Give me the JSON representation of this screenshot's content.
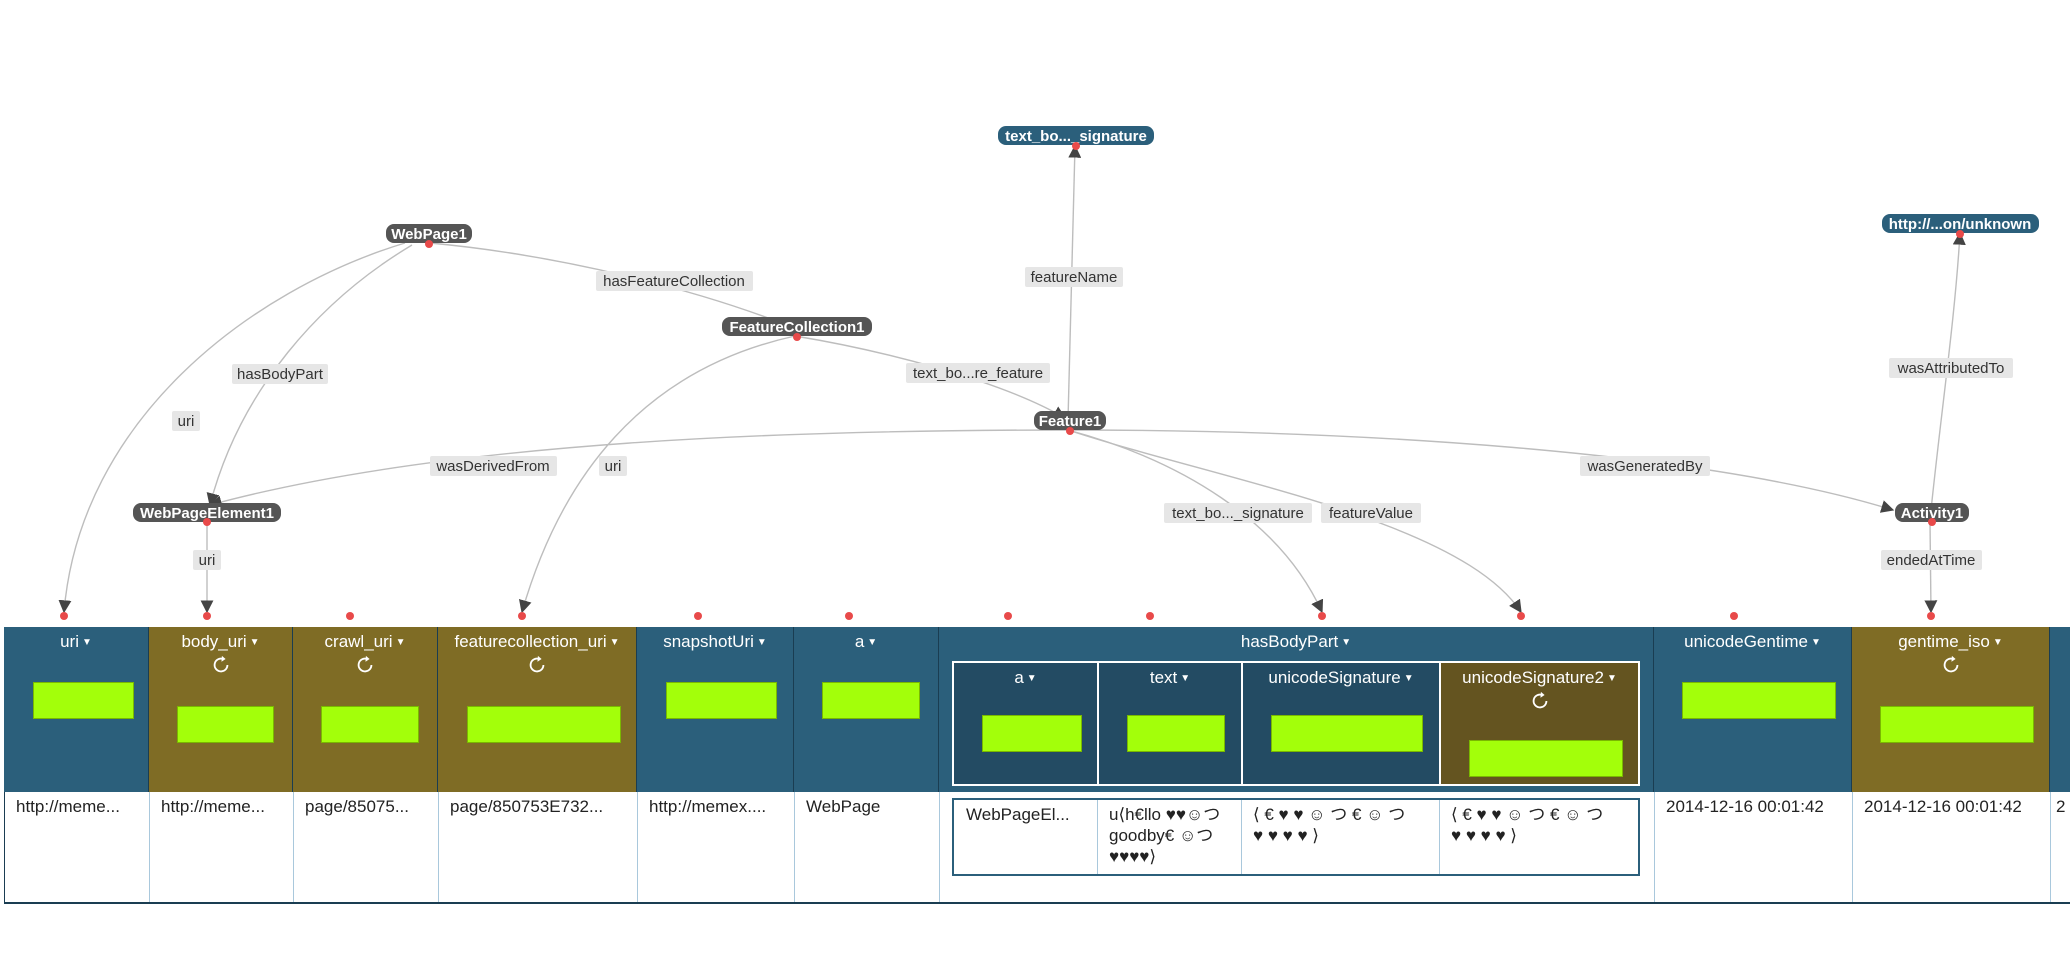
{
  "nodes": {
    "webpage1": "WebPage1",
    "featurecollection1": "FeatureCollection1",
    "feature1": "Feature1",
    "webpageelement1": "WebPageElement1",
    "activity1": "Activity1",
    "text_signature": "text_bo..._signature",
    "unknown_uri": "http://...on/unknown"
  },
  "edges": {
    "hasFeatureCollection": "hasFeatureCollection",
    "hasBodyPart": "hasBodyPart",
    "uri1": "uri",
    "uri2": "uri",
    "uri3": "uri",
    "featureName": "featureName",
    "textfeature": "text_bo...re_feature",
    "wasDerivedFrom": "wasDerivedFrom",
    "wasGeneratedBy": "wasGeneratedBy",
    "textsignature": "text_bo..._signature",
    "featureValue": "featureValue",
    "wasAttributedTo": "wasAttributedTo",
    "endedAtTime": "endedAtTime"
  },
  "columns": {
    "uri": "uri",
    "body_uri": "body_uri",
    "crawl_uri": "crawl_uri",
    "featurecollection_uri": "featurecollection_uri",
    "snapshotUri": "snapshotUri",
    "a": "a",
    "hasBodyPart": "hasBodyPart",
    "sub_a": "a",
    "sub_text": "text",
    "sub_unicodeSignature": "unicodeSignature",
    "sub_unicodeSignature2": "unicodeSignature2",
    "unicodeGentime": "unicodeGentime",
    "gentime_iso": "gentime_iso"
  },
  "row": {
    "uri": "http://meme...",
    "body_uri": "http://meme...",
    "crawl_uri": "page/85075...",
    "featurecollection_uri": "page/850753E732...",
    "snapshotUri": "http://memex....",
    "a": "WebPage",
    "sub_a": "WebPageEl...",
    "sub_text": "u⟨h€llo ♥♥☺つ\ngoodby€ ☺つ\n♥♥♥♥⟩",
    "sub_unicodeSignature": "⟨ € ♥ ♥ ☺ つ € ☺ つ\n♥ ♥ ♥ ♥ ⟩",
    "sub_unicodeSignature2": "⟨ € ♥ ♥ ☺ つ € ☺ つ\n♥ ♥ ♥ ♥ ⟩",
    "unicodeGentime": "2014-12-16 00:01:42",
    "gentime_iso": "2014-12-16 00:01:42",
    "overflow": "2"
  },
  "colors": {
    "node_dark": "#555555",
    "node_blue": "#2b5f7b",
    "column_blue": "#2b5f7b",
    "column_olive": "#7f6c25",
    "field_green": "#a3ff0a",
    "port_red": "#e84a4a"
  }
}
